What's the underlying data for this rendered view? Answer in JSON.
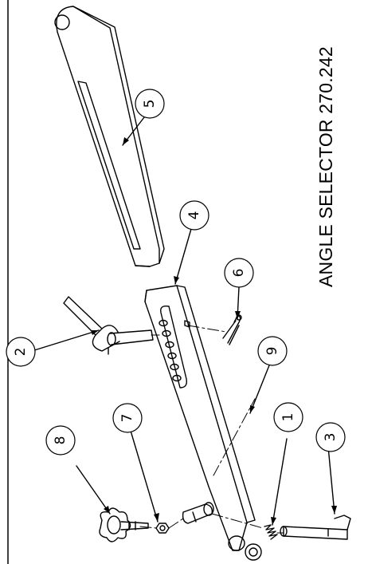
{
  "title": "ANGLE SELECTOR 270.242",
  "callouts": [
    {
      "label": "1"
    },
    {
      "label": "2"
    },
    {
      "label": "3"
    },
    {
      "label": "4"
    },
    {
      "label": "5"
    },
    {
      "label": "6"
    },
    {
      "label": "7"
    },
    {
      "label": "8"
    },
    {
      "label": "9"
    }
  ]
}
